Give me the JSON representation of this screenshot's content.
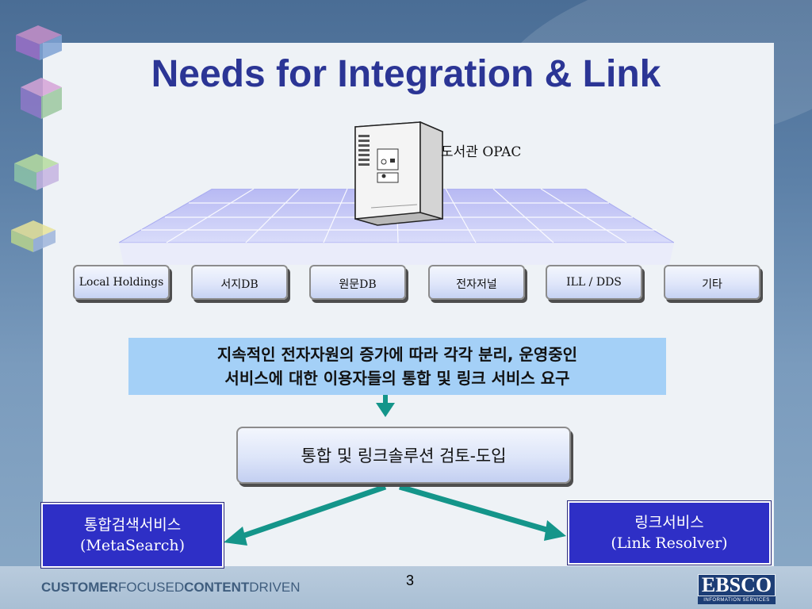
{
  "slide": {
    "title": "Needs for Integration & Link",
    "page_number": "3"
  },
  "server": {
    "label": "도서관 OPAC"
  },
  "sources": [
    {
      "label": "Local Holdings"
    },
    {
      "label": "서지DB"
    },
    {
      "label": "원문DB"
    },
    {
      "label": "전자저널"
    },
    {
      "label": "ILL / DDS"
    },
    {
      "label": "기타"
    }
  ],
  "needs": {
    "line1": "지속적인 전자자원의 증가에 따라 각각 분리, 운영중인",
    "line2": "서비스에 대한 이용자들의 통합 및 링크 서비스 요구"
  },
  "solution": {
    "label": "통합 및 링크솔루션 검토-도입"
  },
  "services": {
    "metasearch": {
      "line1": "통합검색서비스",
      "line2": "(MetaSearch)"
    },
    "linkresolver": {
      "line1": "링크서비스",
      "line2": "(Link Resolver)"
    }
  },
  "footer": {
    "part1": "CUSTOMER",
    "part2": "FOCUSED",
    "part3": "CONTENT",
    "part4": "DRIVEN",
    "logo": "EBSCO",
    "logo_sub": "INFORMATION SERVICES"
  },
  "colors": {
    "title": "#2b3595",
    "arrow": "#14958a",
    "service_box": "#2e2fc6",
    "needs_box": "#a4d0f7"
  }
}
